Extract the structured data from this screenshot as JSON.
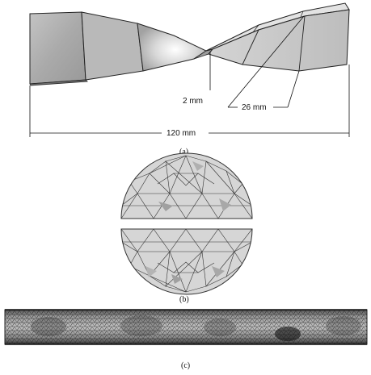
{
  "panel_a": {
    "dimensions": {
      "thickness": "2 mm",
      "width": "26 mm",
      "length": "120 mm"
    },
    "caption": "(a)"
  },
  "panel_b": {
    "caption": "(b)"
  },
  "panel_c": {
    "caption": "(c)"
  },
  "colors": {
    "surface_light": "#e6e6e6",
    "surface_mid": "#c8c8c8",
    "surface_dark": "#8f8f8f",
    "edge": "#222222",
    "mesh_fill": "#d9d9d9",
    "mesh_dark": "#a8a8a8"
  }
}
